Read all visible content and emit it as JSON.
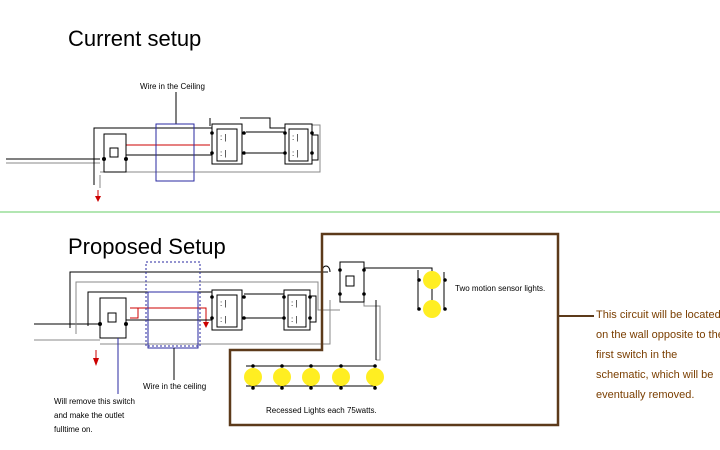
{
  "current": {
    "title": "Current setup",
    "ceiling_label": "Wire in the Ceiling"
  },
  "proposed": {
    "title": "Proposed Setup",
    "motion_label": "Two motion sensor lights.",
    "ceiling_label": "Wire in the ceiling",
    "remove_note": [
      "Will remove this switch",
      "and make the outlet",
      "fulltime on."
    ],
    "recessed_label": "Recessed Lights each 75watts.",
    "circuit_note": [
      "This circuit will be located",
      "on the wall opposite to the",
      "first switch in the",
      "schematic, which will be",
      "eventually removed."
    ]
  },
  "colors": {
    "hot_wire": "#cc0000",
    "divider": "#66cc66",
    "circuit_box": "#5c3a1a",
    "light": "#ffee22",
    "ceiling_box": "#2a2aa0",
    "note_text": "#7a3e00"
  }
}
